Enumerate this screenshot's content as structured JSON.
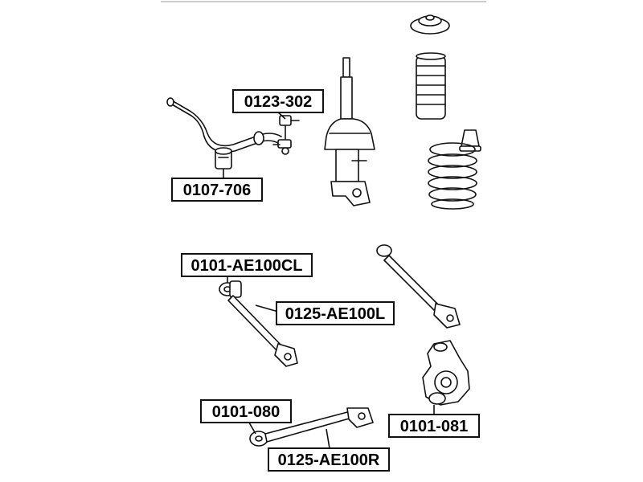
{
  "diagram": {
    "labels": {
      "stabilizer_link": "0123-302",
      "stabilizer_bushing": "0107-706",
      "arm_bushing_left": "0101-AE100CL",
      "control_arm_left": "0125-AE100L",
      "arm_bushing": "0101-080",
      "knuckle_bushing": "0101-081",
      "control_arm_right": "0125-AE100R"
    }
  }
}
